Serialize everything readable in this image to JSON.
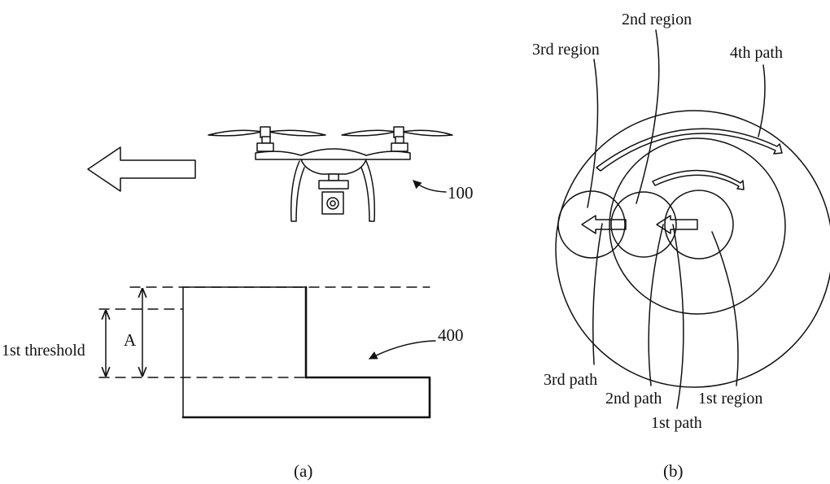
{
  "panel_a": {
    "caption": "(a)",
    "drone_ref": "100",
    "obstacle_ref": "400",
    "threshold_label": "1st threshold",
    "height_label": "A"
  },
  "panel_b": {
    "caption": "(b)",
    "labels": {
      "region1": "1st region",
      "region2": "2nd region",
      "region3": "3rd region",
      "path1": "1st path",
      "path2": "2nd path",
      "path3": "3rd path",
      "path4": "4th path"
    }
  }
}
